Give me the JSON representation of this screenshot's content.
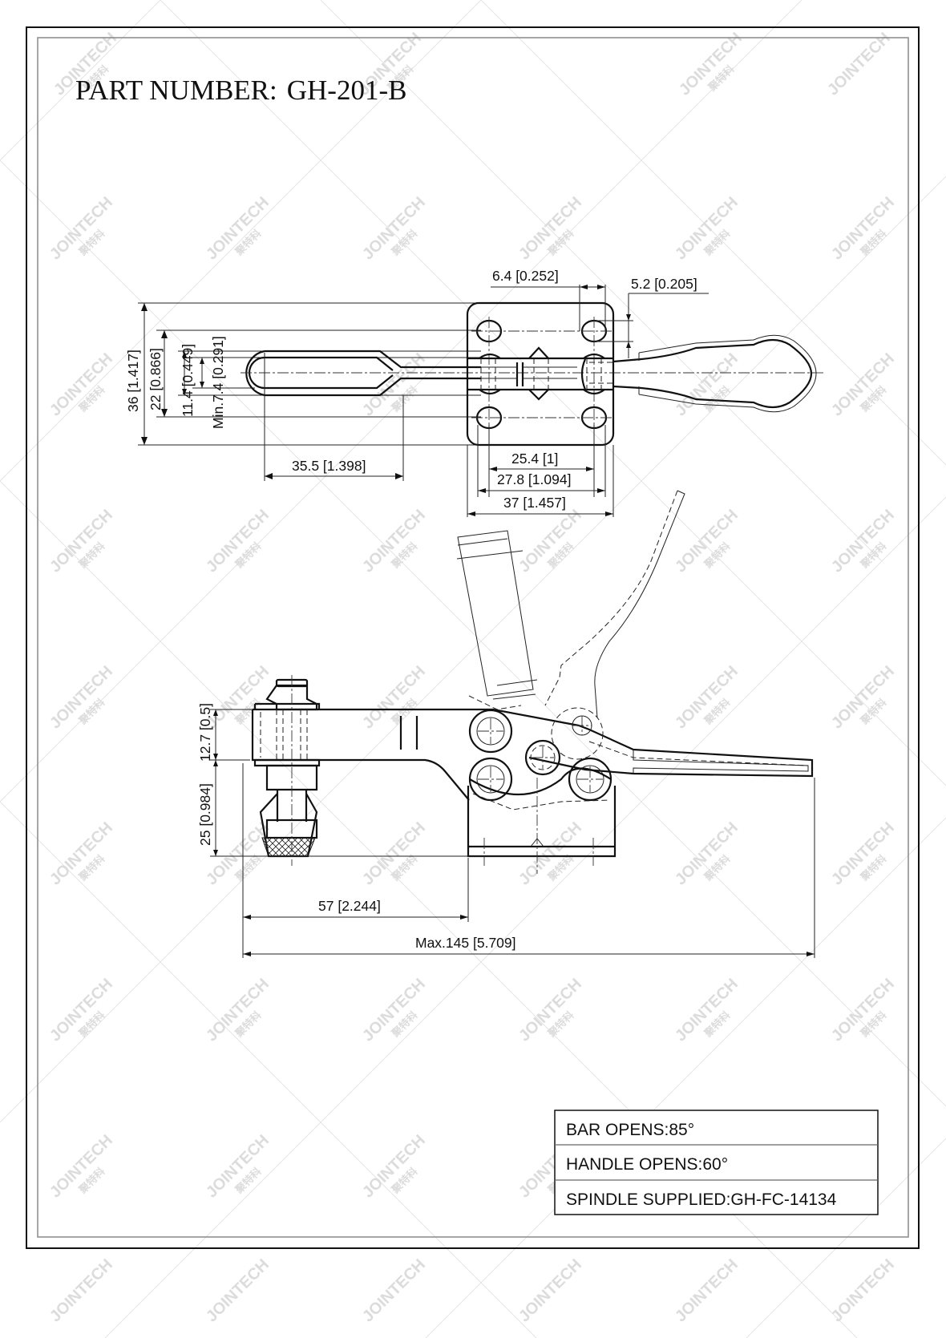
{
  "title": {
    "label": "PART NUMBER:",
    "part_number": "GH-201-B"
  },
  "watermark": {
    "brand": "JOINTECH",
    "brand_cn": "聚特科"
  },
  "top_view": {
    "dimensions": {
      "overall_height": "36 [1.417]",
      "inner_height": "22 [0.866]",
      "loop_outer": "11.4 [0.449]",
      "loop_inner": "Min.7.4 [0.291]",
      "loop_length": "35.5 [1.398]",
      "hole_dia": "6.4 [0.252]",
      "hole_offset": "5.2 [0.205]",
      "hole_spacing": "25.4 [1]",
      "hole_outer": "27.8 [1.094]",
      "base_width": "37 [1.457]"
    }
  },
  "side_view": {
    "dimensions": {
      "bar_height": "12.7 [0.5]",
      "spindle_height": "25 [0.984]",
      "reach": "57 [2.244]",
      "max_length": "Max.145 [5.709]"
    }
  },
  "specs": [
    {
      "label": "BAR OPENS:85°"
    },
    {
      "label": "HANDLE OPENS:60°"
    },
    {
      "label": "SPINDLE SUPPLIED:GH-FC-14134"
    }
  ],
  "colors": {
    "line": "#111111",
    "watermark": "#dcdcdc",
    "frame_inner": "#888888"
  }
}
